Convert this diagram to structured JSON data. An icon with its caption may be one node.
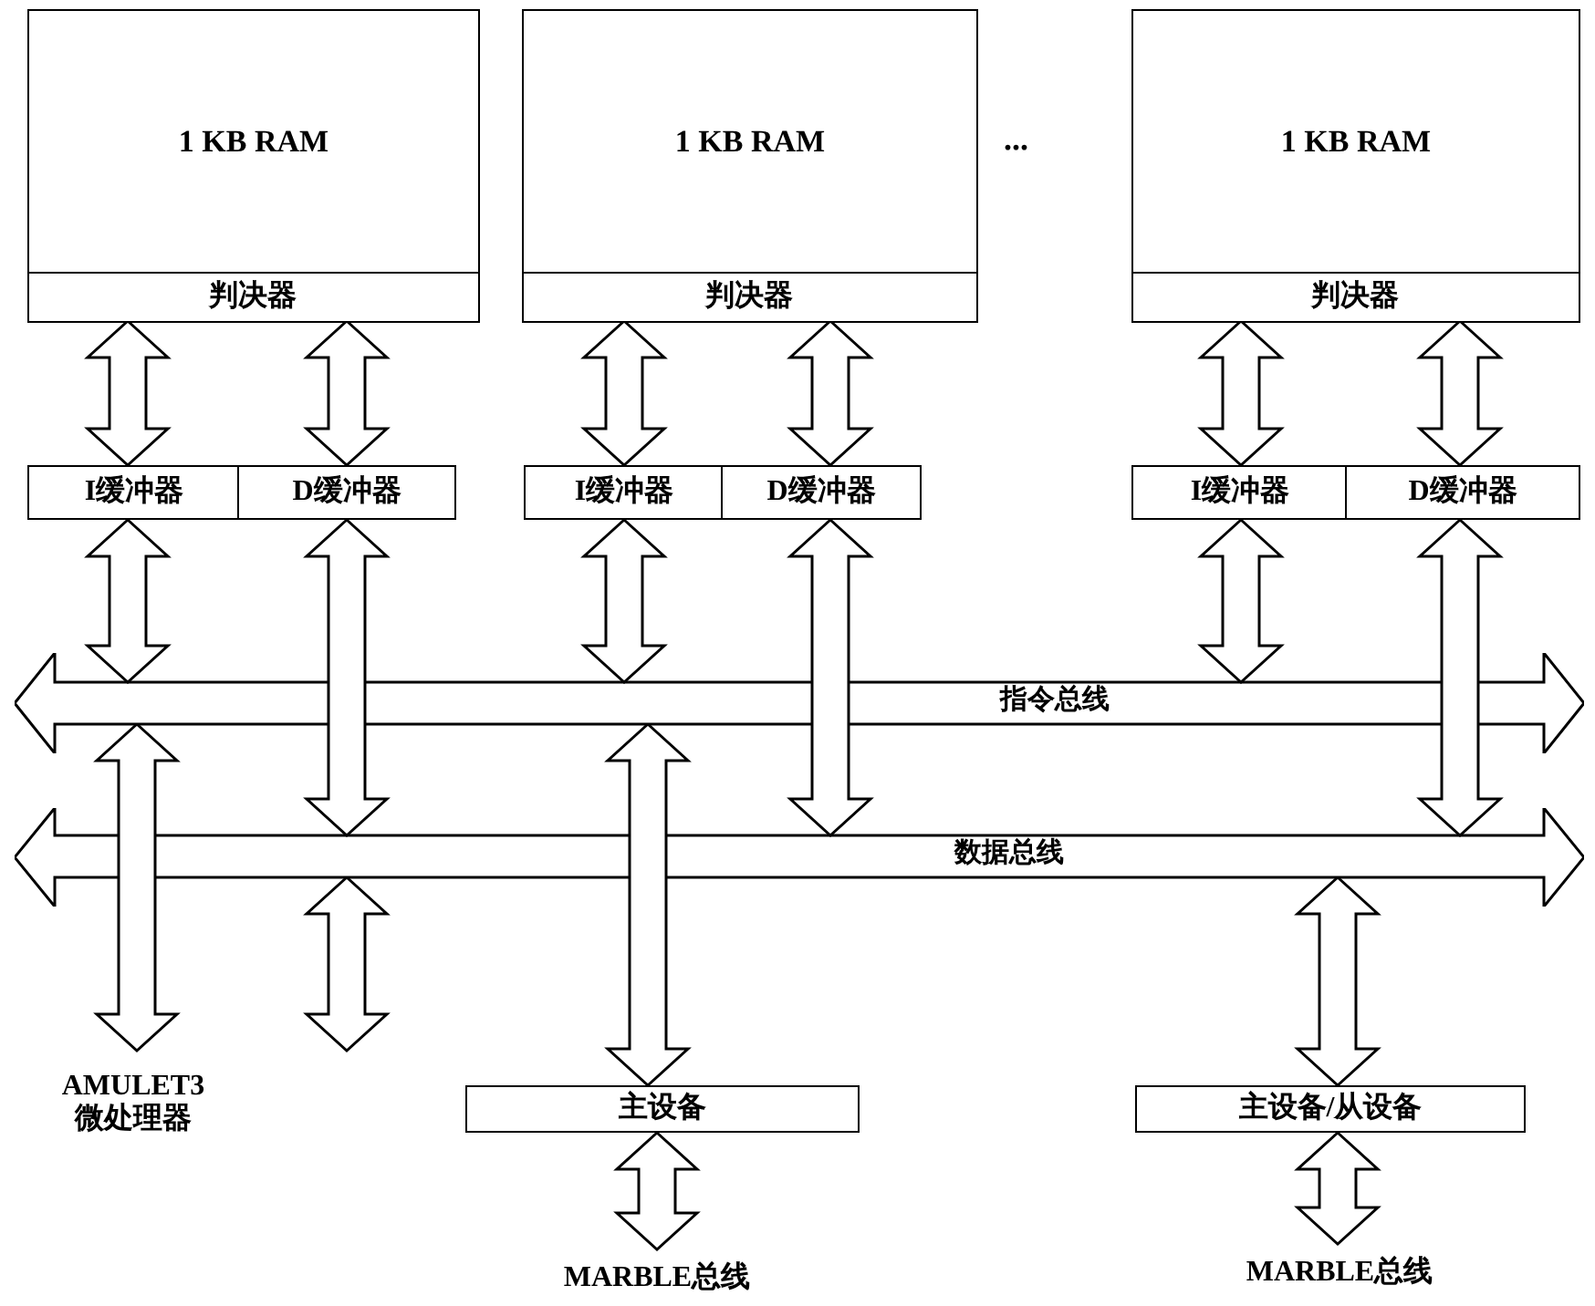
{
  "diagram": {
    "nodes": [
      {
        "text": [
          "1 KB RAM"
        ]
      },
      {
        "text": [
          "判决器"
        ],
        "in": 0
      },
      {
        "text": [
          "1 KB RAM"
        ]
      },
      {
        "text": [
          "判决器"
        ],
        "in": 2
      },
      {
        "text": [
          "1 KB RAM"
        ]
      },
      {
        "text": [
          "判决器"
        ],
        "in": 4
      },
      {
        "text": [
          "I缓冲器"
        ]
      },
      {
        "text": [
          "D缓冲器"
        ]
      },
      {
        "text": [
          "I缓冲器"
        ]
      },
      {
        "text": [
          "D缓冲器"
        ]
      },
      {
        "text": [
          "I缓冲器"
        ]
      },
      {
        "text": [
          "D缓冲器"
        ]
      },
      {
        "text": [
          "指令总线"
        ]
      },
      {
        "text": [
          "数据总线"
        ]
      },
      {
        "text": [
          "AMULET3 微处理器"
        ]
      },
      {
        "text": [
          "主设备"
        ]
      },
      {
        "text": [
          "主设备/从设备"
        ]
      },
      {
        "text": [
          "MARBLE总线"
        ]
      },
      {
        "text": [
          "MARBLE总线"
        ]
      }
    ],
    "edges": [
      {
        "from": 1,
        "to": 6,
        "arrow": "both"
      },
      {
        "from": 1,
        "to": 7,
        "arrow": "both"
      },
      {
        "from": 3,
        "to": 8,
        "arrow": "both"
      },
      {
        "from": 3,
        "to": 9,
        "arrow": "both"
      },
      {
        "from": 5,
        "to": 10,
        "arrow": "both"
      },
      {
        "from": 5,
        "to": 11,
        "arrow": "both"
      },
      {
        "from": 6,
        "to": 12,
        "arrow": "both"
      },
      {
        "from": 7,
        "to": 13,
        "arrow": "both"
      },
      {
        "from": 8,
        "to": 12,
        "arrow": "both"
      },
      {
        "from": 9,
        "to": 13,
        "arrow": "both"
      },
      {
        "from": 10,
        "to": 12,
        "arrow": "both"
      },
      {
        "from": 11,
        "to": 13,
        "arrow": "both"
      },
      {
        "from": 12,
        "to": 14,
        "arrow": "both"
      },
      {
        "from": 13,
        "to": 14,
        "arrow": "both"
      },
      {
        "from": 12,
        "to": 15,
        "arrow": "both"
      },
      {
        "from": 13,
        "to": 16,
        "arrow": "both"
      },
      {
        "from": 15,
        "to": 17,
        "arrow": "both"
      },
      {
        "from": 16,
        "to": 18,
        "arrow": "both"
      }
    ],
    "labels": [
      "..."
    ]
  }
}
